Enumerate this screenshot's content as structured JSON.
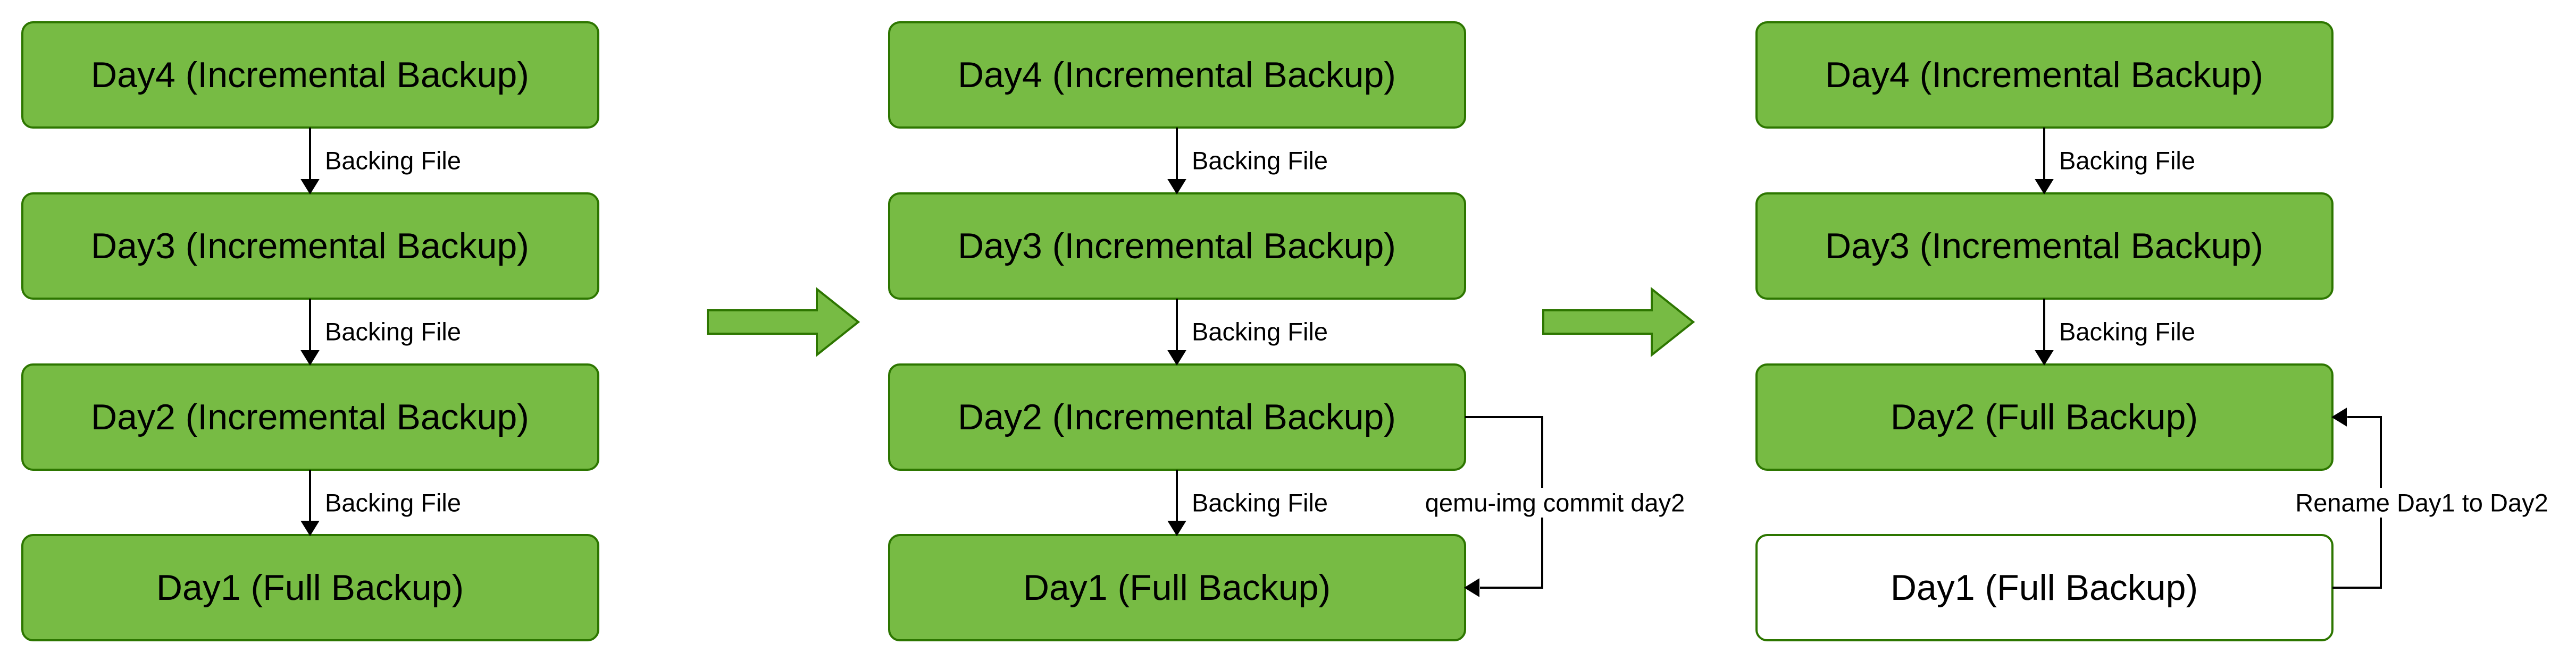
{
  "colors": {
    "box_fill": "#77bb44",
    "box_stroke": "#2d7600",
    "plain_box_fill": "#ffffff",
    "line": "#000000",
    "big_arrow_fill": "#77bb44",
    "big_arrow_stroke": "#2d7600"
  },
  "panels": [
    {
      "boxes": [
        {
          "label": "Day4 (Incremental Backup)",
          "style": "green"
        },
        {
          "label": "Day3 (Incremental Backup)",
          "style": "green"
        },
        {
          "label": "Day2 (Incremental Backup)",
          "style": "green"
        },
        {
          "label": "Day1 (Full Backup)",
          "style": "green"
        }
      ],
      "edges": [
        {
          "label": "Backing File"
        },
        {
          "label": "Backing File"
        },
        {
          "label": "Backing File"
        }
      ]
    },
    {
      "boxes": [
        {
          "label": "Day4 (Incremental Backup)",
          "style": "green"
        },
        {
          "label": "Day3 (Incremental Backup)",
          "style": "green"
        },
        {
          "label": "Day2 (Incremental Backup)",
          "style": "green"
        },
        {
          "label": "Day1 (Full Backup)",
          "style": "green"
        }
      ],
      "edges": [
        {
          "label": "Backing File"
        },
        {
          "label": "Backing File"
        },
        {
          "label": "Backing File"
        }
      ],
      "side_edge": {
        "label": "qemu-img commit day2",
        "direction": "day2-to-day1"
      }
    },
    {
      "boxes": [
        {
          "label": "Day4 (Incremental Backup)",
          "style": "green"
        },
        {
          "label": "Day3 (Incremental Backup)",
          "style": "green"
        },
        {
          "label": "Day2 (Full Backup)",
          "style": "green"
        },
        {
          "label": "Day1 (Full Backup)",
          "style": "white"
        }
      ],
      "edges": [
        {
          "label": "Backing File"
        },
        {
          "label": "Backing File"
        }
      ],
      "side_edge": {
        "label": "Rename Day1 to Day2",
        "direction": "day1-to-day2"
      }
    }
  ],
  "transition_arrows": [
    {
      "icon": "right-block-arrow-icon"
    },
    {
      "icon": "right-block-arrow-icon"
    }
  ]
}
